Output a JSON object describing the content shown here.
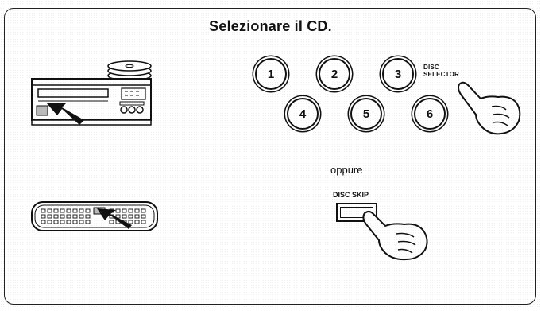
{
  "title": "Selezionare il CD.",
  "disc_buttons": [
    "1",
    "2",
    "3",
    "4",
    "5",
    "6"
  ],
  "disc_selector_label_line1": "DISC",
  "disc_selector_label_line2": "SELECTOR",
  "or_text": "oppure",
  "disc_skip_label": "DISC SKIP",
  "icons": [
    "cd-player-icon",
    "remote-control-icon",
    "pointing-hand-icon",
    "press-arrow-icon"
  ]
}
